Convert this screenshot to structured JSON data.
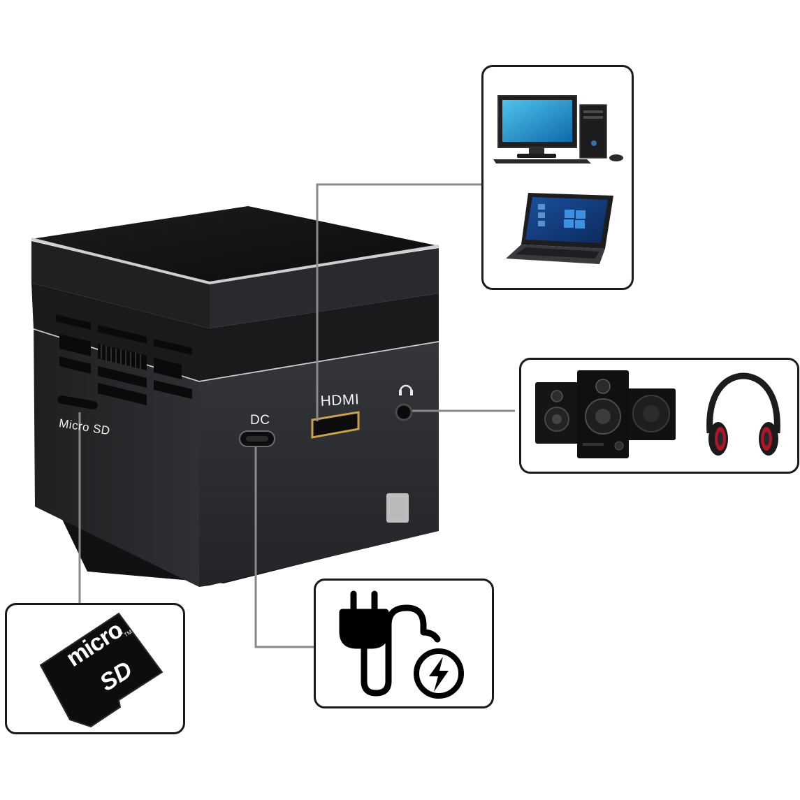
{
  "ports": {
    "micro_sd": "Micro SD",
    "dc": "DC",
    "hdmi": "HDMI"
  },
  "card": {
    "micro": "micro",
    "sd": "SD",
    "tm": "TM"
  },
  "colors": {
    "device_body": "#2b2c2e",
    "device_top": "#141416",
    "silver_trim": "#c8c8c8",
    "leader_line": "#8a8a8a",
    "hdmi_gold": "#c9a24a",
    "screen_blue": "#1aa0d8"
  }
}
